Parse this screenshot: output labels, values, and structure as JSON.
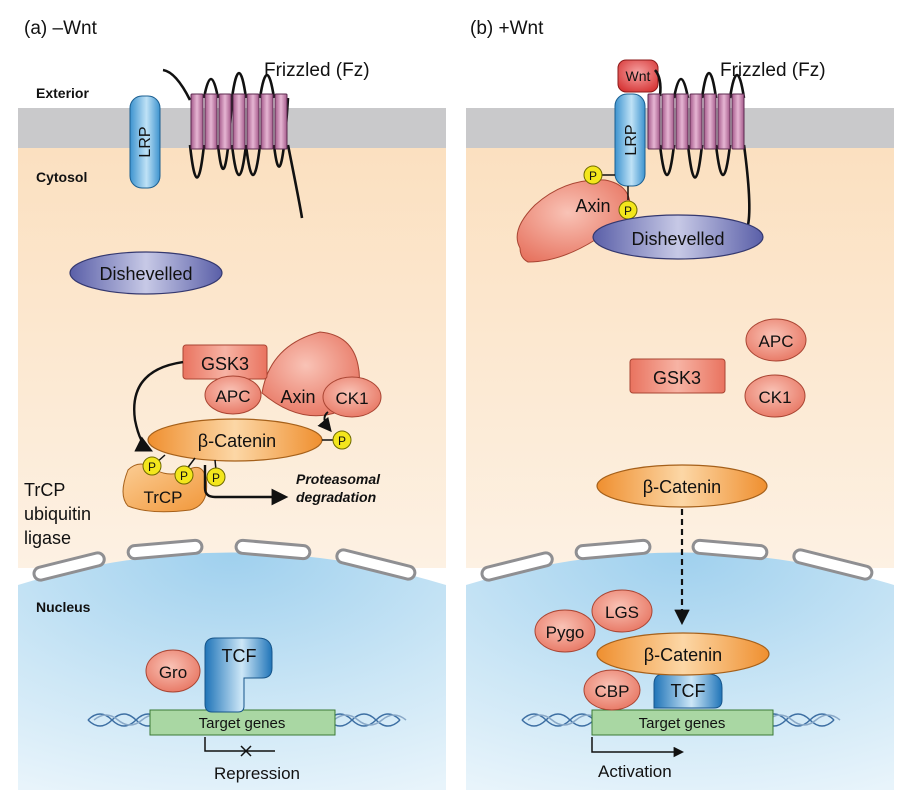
{
  "panel_a": {
    "title": "(a) –Wnt",
    "exterior": "Exterior",
    "cytosol": "Cytosol",
    "nucleus": "Nucleus",
    "lrp": "LRP",
    "frizzled": "Frizzled (Fz)",
    "dishevelled": "Dishevelled",
    "gsk3": "GSK3",
    "apc": "APC",
    "axin": "Axin",
    "ck1": "CK1",
    "beta_catenin": "β-Catenin",
    "trcp": "TrCP",
    "trcp_ligase_line1": "TrCP",
    "trcp_ligase_line2": "ubiquitin",
    "trcp_ligase_line3": "ligase",
    "proteasomal_line1": "Proteasomal",
    "proteasomal_line2": "degradation",
    "gro": "Gro",
    "tcf": "TCF",
    "target_genes": "Target genes",
    "outcome": "Repression",
    "phospho": "P"
  },
  "panel_b": {
    "title": "(b) +Wnt",
    "wnt": "Wnt",
    "lrp": "LRP",
    "frizzled": "Frizzled (Fz)",
    "axin": "Axin",
    "dishevelled": "Dishevelled",
    "apc": "APC",
    "gsk3": "GSK3",
    "ck1": "CK1",
    "beta_catenin_cyto": "β-Catenin",
    "beta_catenin_nuc": "β-Catenin",
    "lgs": "LGS",
    "pygo": "Pygo",
    "cbp": "CBP",
    "tcf": "TCF",
    "target_genes": "Target genes",
    "outcome": "Activation",
    "phospho": "P"
  },
  "colors": {
    "membrane": "#c9c9cb",
    "cytosol": "#fde8cb",
    "nucleus": "#b9dcef",
    "salmon": "#ef8a78",
    "frizzled": "#c27ba6",
    "lrp": "#5aaedc",
    "dishevelled": "#6e73b4",
    "catenin": "#f5a24c",
    "tcf": "#2f86c6",
    "gene": "#a9d7a3",
    "phospho": "#f3e61c",
    "wnt": "#dd3b3b"
  }
}
